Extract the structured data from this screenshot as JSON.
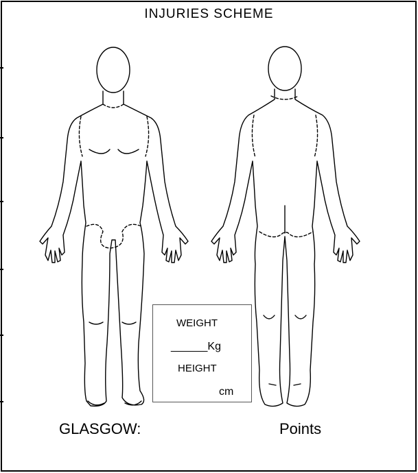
{
  "title": "INJURIES SCHEME",
  "measure_box": {
    "weight_label": "WEIGHT",
    "weight_unit": "______Kg",
    "height_label": "HEIGHT",
    "height_unit": "cm"
  },
  "footer": {
    "glasgow_label": "GLASGOW:",
    "points_label": "Points"
  },
  "figures": {
    "front": "body-front-outline",
    "back": "body-back-outline"
  }
}
